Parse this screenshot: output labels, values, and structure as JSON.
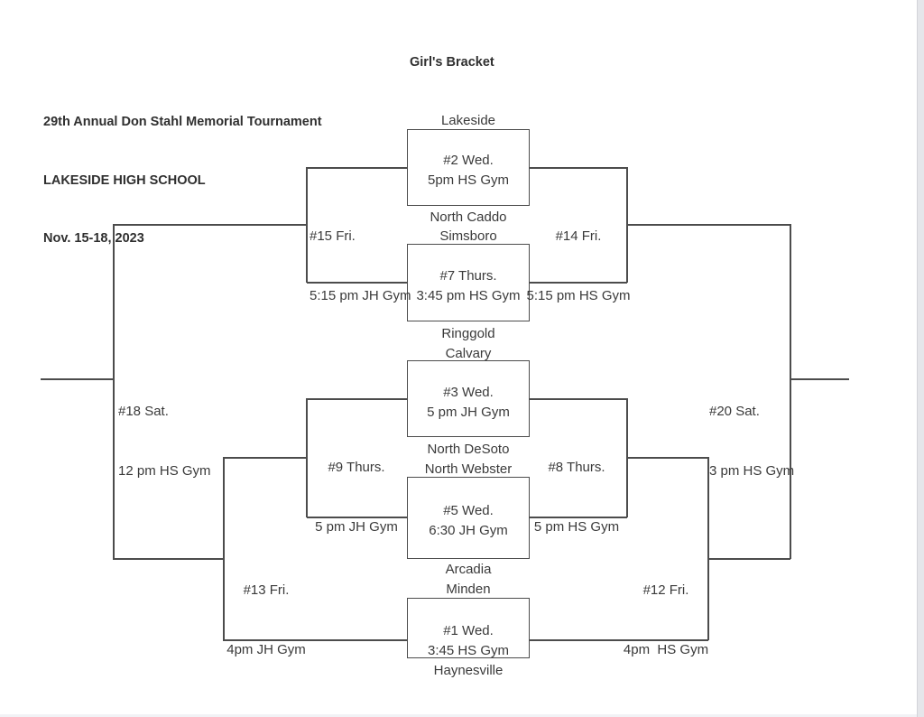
{
  "title": "Girl's Bracket",
  "header": {
    "line1": "29th Annual Don Stahl Memorial Tournament",
    "line2": "LAKESIDE HIGH SCHOOL",
    "line3": "Nov. 15-18, 2023"
  },
  "teams": {
    "lakeside": "Lakeside",
    "north_caddo": "North Caddo",
    "simsboro": "Simsboro",
    "ringgold": "Ringgold",
    "calvary": "Calvary",
    "north_desoto": "North DeSoto",
    "north_webster": "North Webster",
    "arcadia": "Arcadia",
    "minden": "Minden",
    "haynesville": "Haynesville"
  },
  "games": {
    "g1": {
      "line1": "#1 Wed.",
      "line2": "3:45 HS Gym"
    },
    "g2": {
      "line1": "#2 Wed.",
      "line2": "5pm HS Gym"
    },
    "g3": {
      "line1": "#3 Wed.",
      "line2": "5 pm JH Gym"
    },
    "g5": {
      "line1": "#5 Wed.",
      "line2": "6:30 JH Gym"
    },
    "g7": {
      "line1": "#7 Thurs.",
      "line2": "3:45 pm HS Gym"
    },
    "g8": {
      "line1": "#8 Thurs.",
      "line2": "5 pm HS Gym"
    },
    "g9": {
      "line1": "#9 Thurs.",
      "line2": "5 pm JH Gym"
    },
    "g12": {
      "line1": "#12 Fri.",
      "line2": "4pm  HS Gym"
    },
    "g13": {
      "line1": "#13 Fri.",
      "line2": "4pm JH Gym"
    },
    "g14": {
      "line1": "#14 Fri.",
      "line2": "5:15 pm HS Gym"
    },
    "g15": {
      "line1": "#15 Fri.",
      "line2": "5:15 pm JH Gym"
    },
    "g18": {
      "line1": "#18 Sat.",
      "line2": "12 pm HS Gym"
    },
    "g20": {
      "line1": "#20 Sat.",
      "line2": "3 pm HS Gym"
    }
  }
}
